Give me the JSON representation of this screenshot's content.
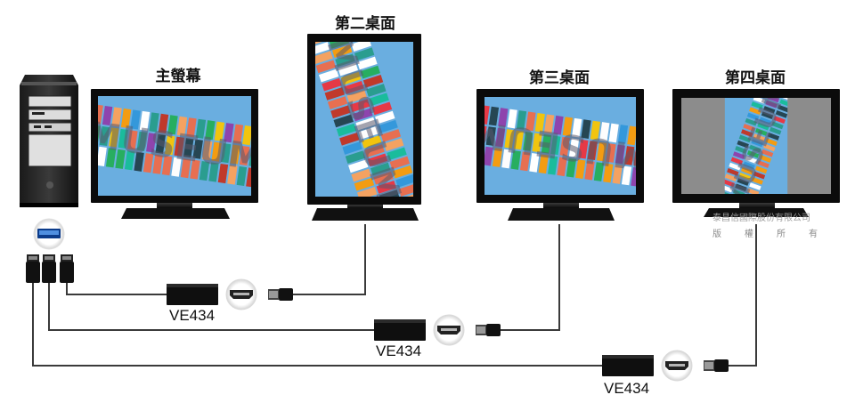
{
  "displays": {
    "main": {
      "label": "主螢幕"
    },
    "second": {
      "label": "第二桌面"
    },
    "third": {
      "label": "第三桌面"
    },
    "fourth": {
      "label": "第四桌面"
    }
  },
  "screen_art": {
    "text": "MUSEUM"
  },
  "adapters": [
    {
      "model": "VE434"
    },
    {
      "model": "VE434"
    },
    {
      "model": "VE434"
    }
  ],
  "watermark": {
    "line1": "泰昌信國際股份有限公司",
    "line2": [
      "版",
      "權",
      "所",
      "有"
    ]
  },
  "colors": {
    "cable": "#333333",
    "device": "#0d0d0d",
    "sky": "#6aaee0",
    "hdmi_port_ring": "#d9d9d9"
  }
}
